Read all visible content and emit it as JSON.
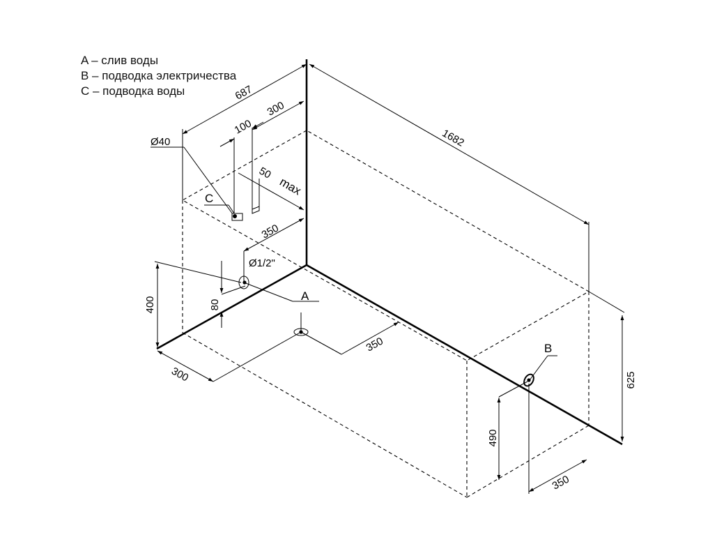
{
  "legend": [
    {
      "text": "A – слив воды"
    },
    {
      "text": "B – подводка электричества"
    },
    {
      "text": "C – подводка воды"
    }
  ],
  "points": {
    "a": "A",
    "b": "B",
    "c": "C"
  },
  "dimensions": {
    "width_687": "687",
    "offset_300_top": "300",
    "offset_100": "100",
    "offset_50": "50",
    "max_label": "max",
    "length_1682": "1682",
    "diam_40": "Ø40",
    "offset_350_wall": "350",
    "diam_half_inch": "Ø1/2\"",
    "height_400": "400",
    "height_80": "80",
    "offset_350_floor": "350",
    "offset_300_bottom": "300",
    "height_625": "625",
    "height_490": "490",
    "offset_350_bottom": "350"
  }
}
